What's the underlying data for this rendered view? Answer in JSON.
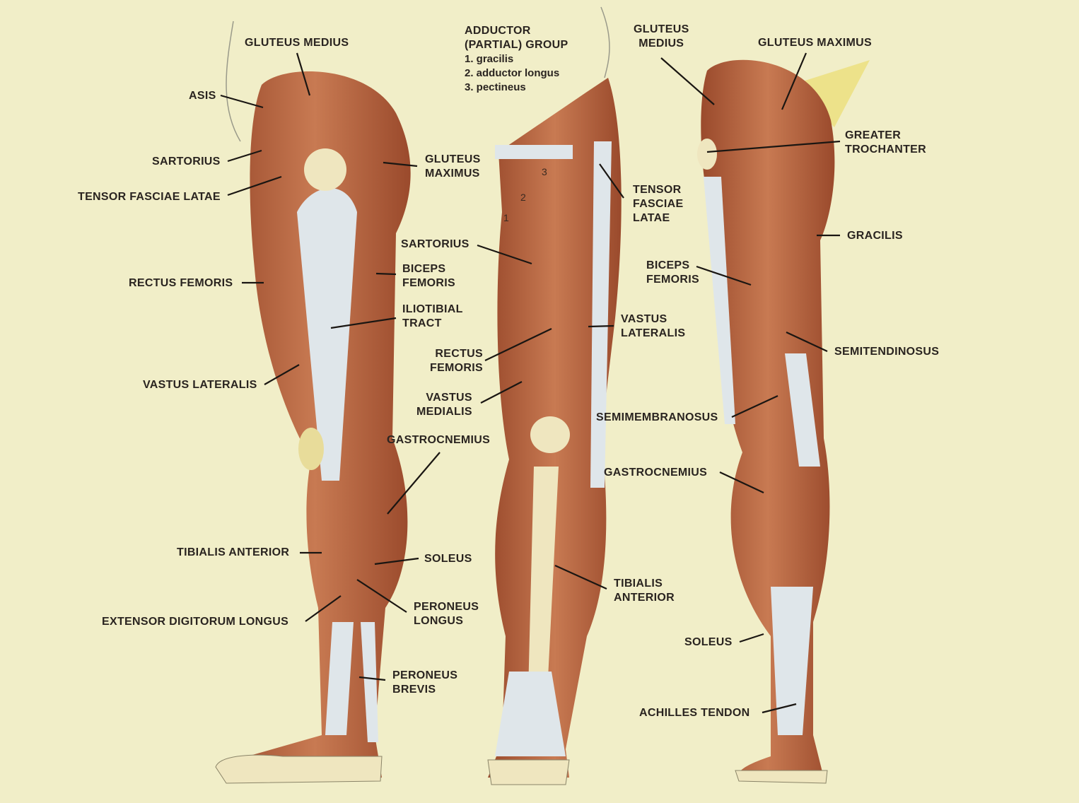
{
  "colors": {
    "background": "#f1eec8",
    "muscle": "#b5643f",
    "tendon": "#dfe6ea",
    "bone": "#efe6bf",
    "text": "#2a2420"
  },
  "lateral_view": {
    "labels": [
      "GLUTEUS MEDIUS",
      "ASIS",
      "SARTORIUS",
      "TENSOR FASCIAE LATAE",
      [
        "GLUTEUS",
        "MAXIMUS"
      ],
      "RECTUS FEMORIS",
      [
        "BICEPS",
        "FEMORIS"
      ],
      [
        "ILIOTIBIAL",
        "TRACT"
      ],
      "VASTUS LATERALIS",
      "GASTROCNEMIUS",
      "TIBIALIS ANTERIOR",
      "SOLEUS",
      "EXTENSOR DIGITORUM LONGUS",
      [
        "PERONEUS",
        "LONGUS"
      ],
      [
        "PERONEUS",
        "BREVIS"
      ]
    ]
  },
  "anterior_view": {
    "adductor_group": {
      "title": [
        "ADDUCTOR",
        "(PARTIAL) GROUP"
      ],
      "items": [
        "1. gracilis",
        "2. adductor longus",
        "3. pectineus"
      ]
    },
    "numbers": [
      "1",
      "2",
      "3"
    ],
    "labels": [
      [
        "TENSOR",
        "FASCIAE",
        "LATAE"
      ],
      "SARTORIUS",
      [
        "VASTUS",
        "LATERALIS"
      ],
      [
        "RECTUS",
        "FEMORIS"
      ],
      [
        "VASTUS",
        "MEDIALIS"
      ],
      [
        "TIBIALIS",
        "ANTERIOR"
      ]
    ]
  },
  "posterior_view": {
    "labels": [
      [
        "GLUTEUS",
        "MEDIUS"
      ],
      "GLUTEUS MAXIMUS",
      [
        "GREATER",
        "TROCHANTER"
      ],
      "GRACILIS",
      [
        "BICEPS",
        "FEMORIS"
      ],
      "SEMITENDINOSUS",
      "SEMIMEMBRANOSUS",
      "GASTROCNEMIUS",
      "SOLEUS",
      "ACHILLES TENDON"
    ]
  }
}
